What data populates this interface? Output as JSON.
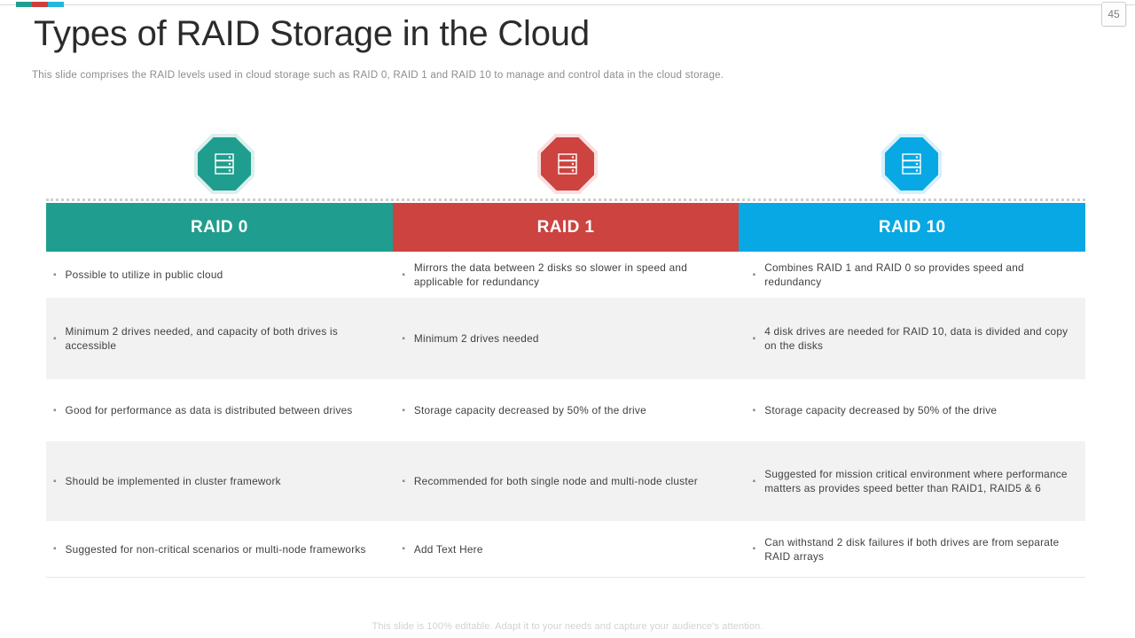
{
  "slide": {
    "title": "Types of RAID Storage in the Cloud",
    "subtitle": "This slide comprises the RAID levels used in cloud storage such as RAID 0, RAID 1 and RAID 10 to manage and control data in the cloud storage.",
    "page_number": "45",
    "footer": "This slide is 100% editable. Adapt it to your needs and capture your audience's attention."
  },
  "accents": {
    "teal": "#1f9e8f",
    "red": "#cc4340",
    "cyan": "#07a8e4",
    "stripe": "#f2f2f2"
  },
  "icons": [
    {
      "name": "server-rack-icon",
      "color": "#1f9e8f"
    },
    {
      "name": "server-rack-icon",
      "color": "#cc4340"
    },
    {
      "name": "server-rack-icon",
      "color": "#07a8e4"
    }
  ],
  "columns": [
    {
      "label": "RAID 0",
      "color": "#1f9e8f"
    },
    {
      "label": "RAID 1",
      "color": "#cc4340"
    },
    {
      "label": "RAID 10",
      "color": "#07a8e4"
    }
  ],
  "bullet_glyph": "▪",
  "rows": [
    {
      "striped": false,
      "cells": [
        "Possible to utilize in  public cloud",
        "Mirrors the data between 2 disks so slower in speed and applicable for redundancy",
        "Combines RAID 1 and RAID 0 so provides  speed and redundancy"
      ]
    },
    {
      "striped": true,
      "cells": [
        "Minimum 2 drives needed, and capacity of both drives is accessible",
        "Minimum 2 drives needed",
        "4 disk drives are needed for RAID 10, data is divided and copy on the disks"
      ]
    },
    {
      "striped": false,
      "cells": [
        "Good for performance as data is distributed between drives",
        "Storage capacity decreased by 50% of the drive",
        "Storage capacity decreased by 50% of the drive"
      ]
    },
    {
      "striped": true,
      "cells": [
        "Should be implemented in cluster framework",
        "Recommended for both single node and multi-node cluster",
        "Suggested for mission critical environment where performance matters as provides speed better than RAID1, RAID5 & 6"
      ]
    },
    {
      "striped": false,
      "cells": [
        "Suggested for non-critical scenarios or multi-node frameworks",
        "Add Text Here",
        "Can withstand 2 disk failures if both drives are from separate RAID arrays"
      ]
    }
  ]
}
